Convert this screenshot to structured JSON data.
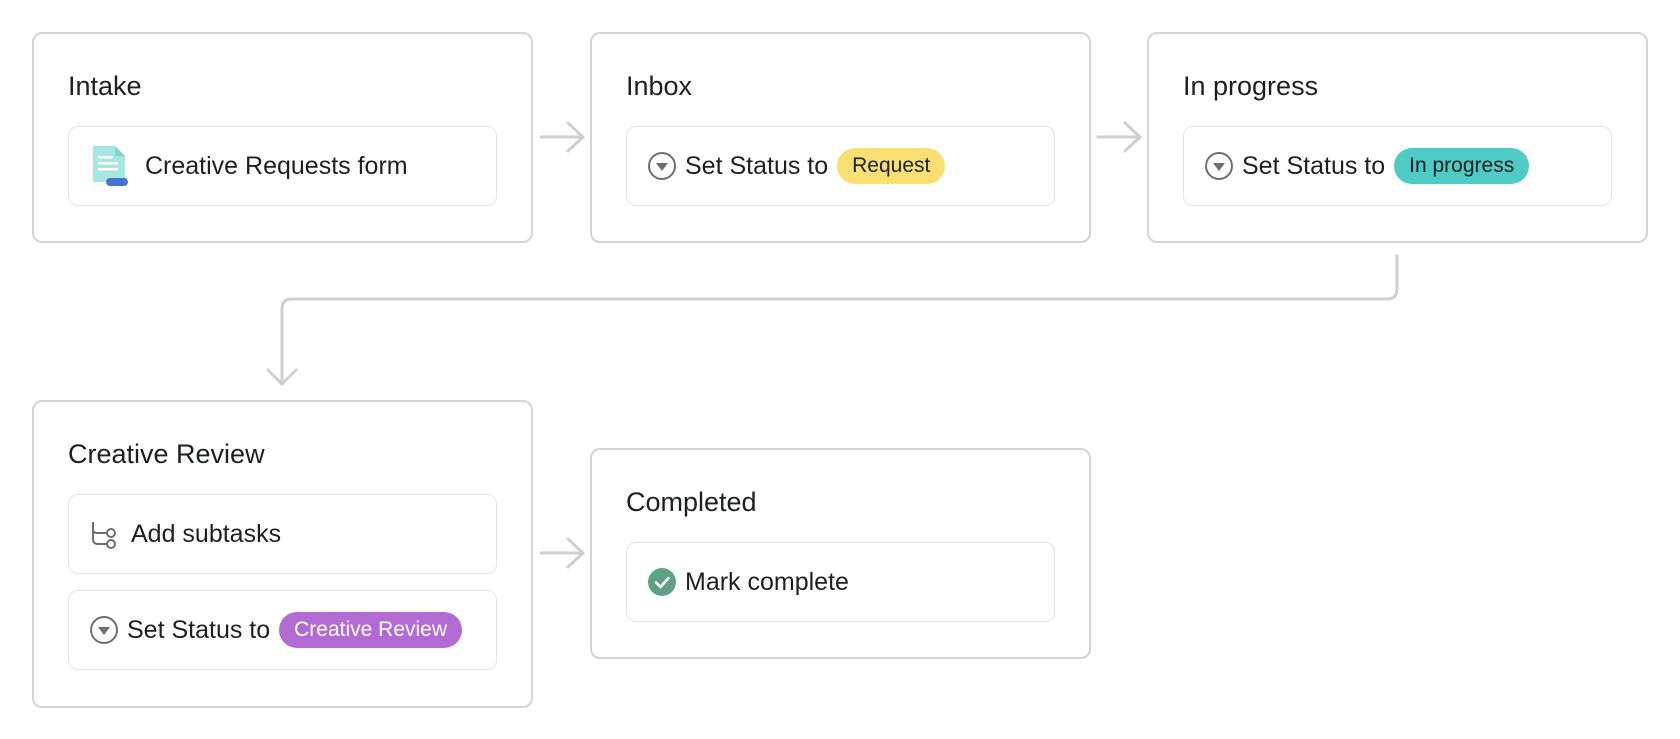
{
  "stages": {
    "intake": {
      "title": "Intake",
      "rules": [
        {
          "icon": "form-document-icon",
          "label": "Creative Requests form"
        }
      ]
    },
    "inbox": {
      "title": "Inbox",
      "rules": [
        {
          "icon": "dropdown-circle-icon",
          "label": "Set Status to",
          "pill": "Request"
        }
      ]
    },
    "in_progress": {
      "title": "In progress",
      "rules": [
        {
          "icon": "dropdown-circle-icon",
          "label": "Set Status to",
          "pill": "In progress"
        }
      ]
    },
    "creative_review": {
      "title": "Creative Review",
      "rules": [
        {
          "icon": "subtasks-icon",
          "label": "Add subtasks"
        },
        {
          "icon": "dropdown-circle-icon",
          "label": "Set Status to",
          "pill": "Creative Review"
        }
      ]
    },
    "completed": {
      "title": "Completed",
      "rules": [
        {
          "icon": "check-circle-icon",
          "label": "Mark complete"
        }
      ]
    }
  },
  "colors": {
    "pill_request": "#f8df72",
    "pill_in_progress": "#4ecbc4",
    "pill_creative_review": "#b36bd4",
    "check_green": "#5da283",
    "form_icon": "#a6e7e3",
    "form_icon_accent": "#4573d2",
    "connector": "#cfcfcf"
  }
}
